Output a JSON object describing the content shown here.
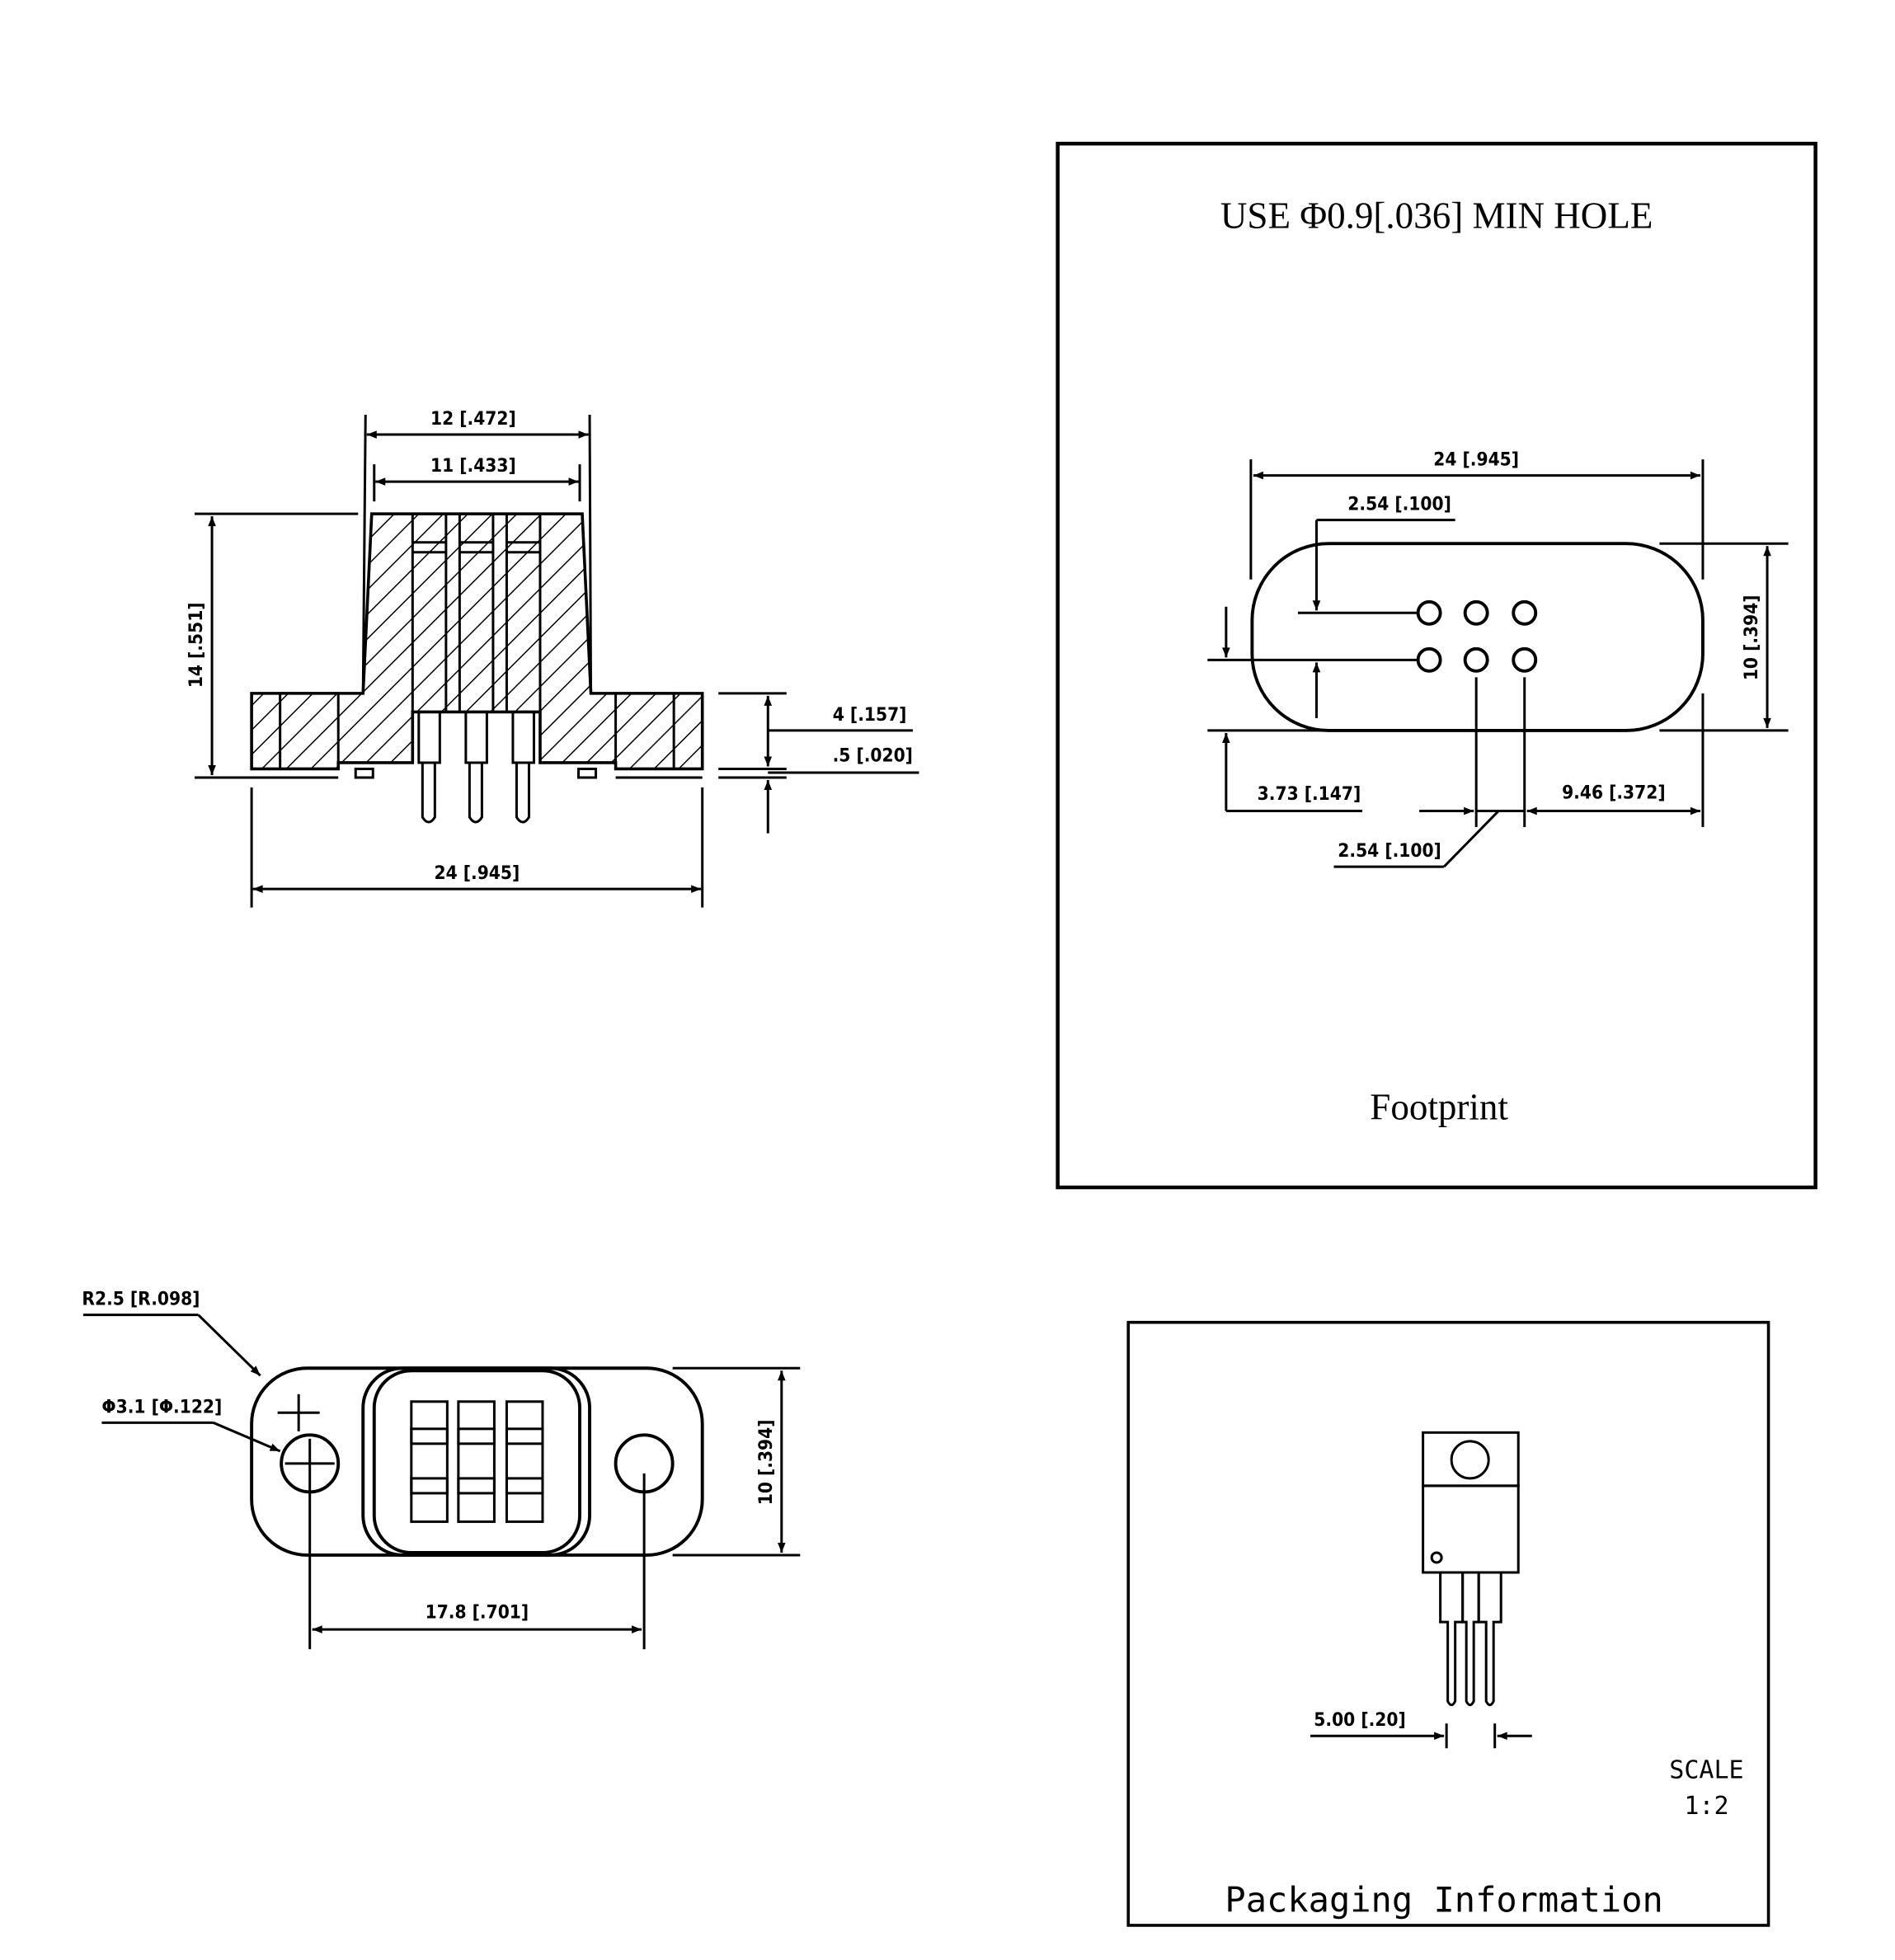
{
  "side_view": {
    "dim_width_top": "12 [.472]",
    "dim_width_inner": "11 [.433]",
    "dim_height": "14 [.551]",
    "dim_flange_height": "4 [.157]",
    "dim_standoff": ".5 [.020]",
    "dim_overall_width": "24 [.945]"
  },
  "footprint": {
    "hole_note": "USE Φ0.9[.036] MIN HOLE",
    "dim_width": "24 [.945]",
    "dim_pitch_vertical": "2.54 [.100]",
    "dim_height": "10 [.394]",
    "dim_offset_bottom": "3.73 [.147]",
    "dim_offset_right": "9.46 [.372]",
    "dim_pitch_horizontal": "2.54 [.100]",
    "title": "Footprint"
  },
  "top_view": {
    "dim_radius": "R2.5 [R.098]",
    "dim_hole": "Φ3.1 [Φ.122]",
    "dim_height": "10 [.394]",
    "dim_hole_spacing": "17.8 [.701]"
  },
  "packaging": {
    "dim_lead": "5.00 [.20]",
    "scale_label": "SCALE",
    "scale_value": "1:2",
    "title": "Packaging Information"
  }
}
